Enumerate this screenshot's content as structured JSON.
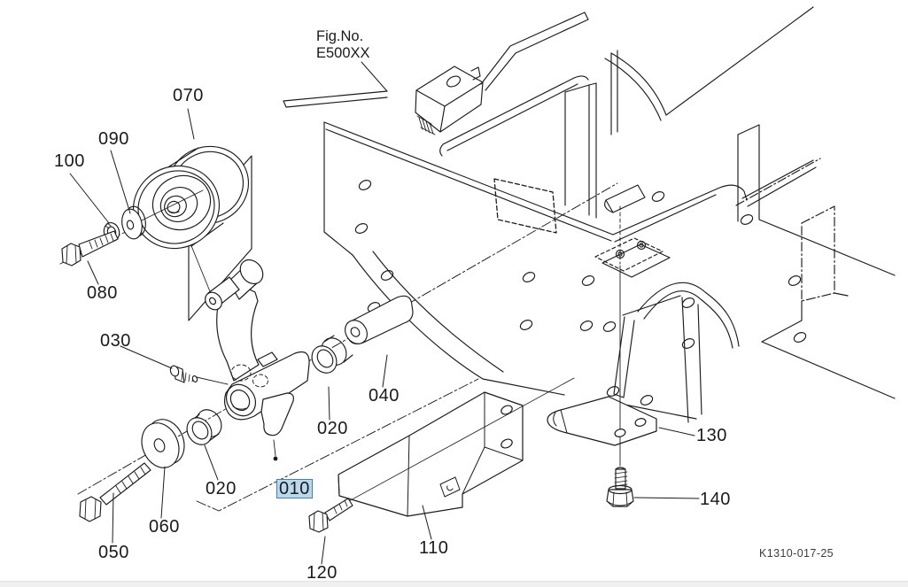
{
  "figure": {
    "fig_no_label": "Fig.No.",
    "fig_no_value": "E500XX",
    "drawing_code": "K1310-017-25"
  },
  "selection": {
    "selected_part_ref": "010",
    "highlight_fill": "#b9d8ec",
    "highlight_border": "#4080c0"
  },
  "callouts": [
    {
      "ref": "070"
    },
    {
      "ref": "090"
    },
    {
      "ref": "100"
    },
    {
      "ref": "080"
    },
    {
      "ref": "030"
    },
    {
      "ref": "020"
    },
    {
      "ref": "040"
    },
    {
      "ref": "020"
    },
    {
      "ref": "010",
      "highlighted": true
    },
    {
      "ref": "060"
    },
    {
      "ref": "050"
    },
    {
      "ref": "110"
    },
    {
      "ref": "120"
    },
    {
      "ref": "130"
    },
    {
      "ref": "140"
    }
  ]
}
